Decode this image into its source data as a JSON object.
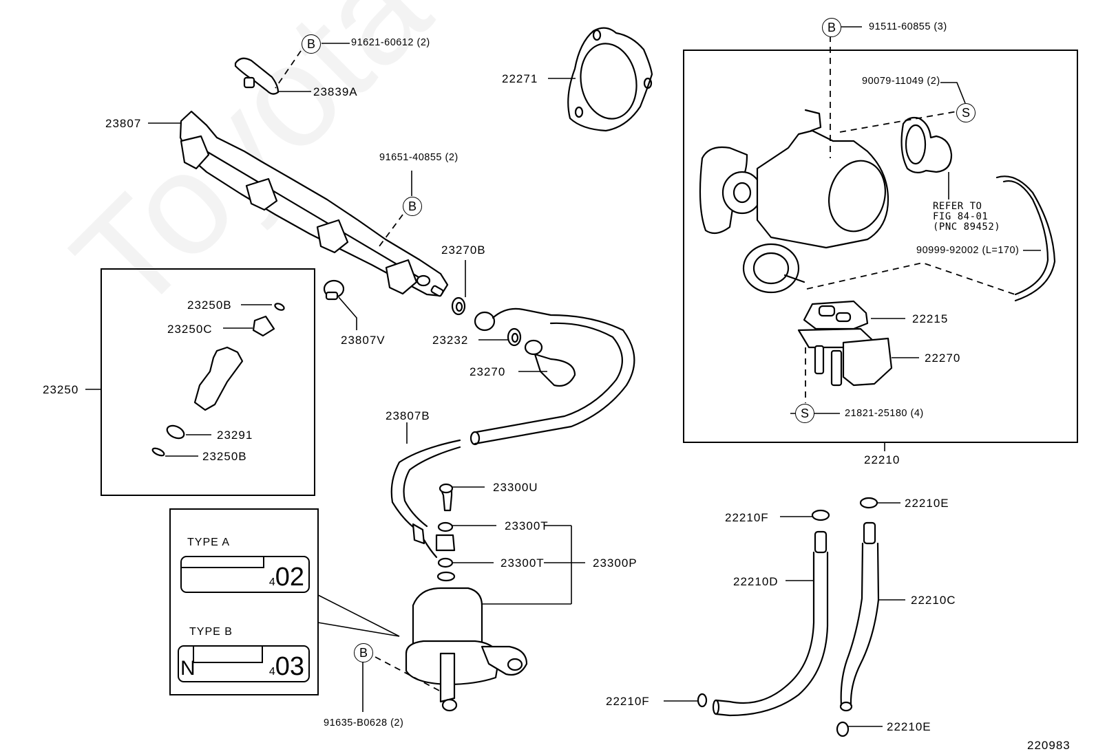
{
  "diagram": {
    "type": "exploded-parts-diagram",
    "figure_number": "220983",
    "watermark": "ToyotaCarMiner.ru",
    "symbols": {
      "bolt": "B",
      "screw": "S"
    },
    "callouts": {
      "b_91621": "91621-60612 (2)",
      "p_23839A": "23839A",
      "p_22271": "22271",
      "p_23807": "23807",
      "b_91651": "91651-40855 (2)",
      "p_23270B": "23270B",
      "p_23807V": "23807V",
      "p_23232": "23232",
      "p_23270": "23270",
      "p_23807B": "23807B",
      "p_23250B_top": "23250B",
      "p_23250C": "23250C",
      "p_23250": "23250",
      "p_23291": "23291",
      "p_23250B_bottom": "23250B",
      "p_23300U": "23300U",
      "p_23300T_top": "23300T",
      "p_23300T_bottom": "23300T",
      "p_23300P": "23300P",
      "b_91635": "91635-B0628 (2)",
      "b_91511": "91511-60855 (3)",
      "s_90079": "90079-11049 (2)",
      "refer_note": [
        "REFER TO",
        "FIG 84-01",
        "(PNC 89452)"
      ],
      "p_90999": "90999-92002 (L=170)",
      "p_22215": "22215",
      "p_22270": "22270",
      "s_21821": "21821-25180 (4)",
      "p_22210": "22210",
      "p_22210F_top": "22210F",
      "p_22210E_top": "22210E",
      "p_22210D": "22210D",
      "p_22210C": "22210C",
      "p_22210F_bottom": "22210F",
      "p_22210E_bottom": "22210E"
    },
    "injector_types": [
      {
        "label": "TYPE A",
        "prefix": "",
        "code_sub": "4",
        "code": "02"
      },
      {
        "label": "TYPE B",
        "prefix": "N",
        "code_sub": "4",
        "code": "03"
      }
    ]
  }
}
